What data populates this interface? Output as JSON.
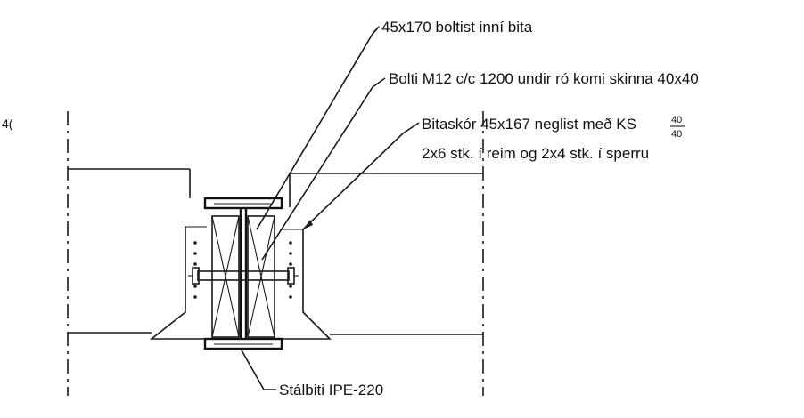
{
  "labels": {
    "edge_fragment": "4(",
    "bolt_beam": "45x170 boltist inní bita",
    "bolts": "Bolti M12 c/c 1200 undir ró komi skinna 40x40",
    "hanger_line1_prefix": "Bitaskór 45x167 neglist með KS",
    "hanger_frac_num": "40",
    "hanger_frac_den": "40",
    "hanger_line2": "2x6 stk. í reim og 2x4 stk. í sperru",
    "steel_beam": "Stálbiti IPE-220"
  }
}
